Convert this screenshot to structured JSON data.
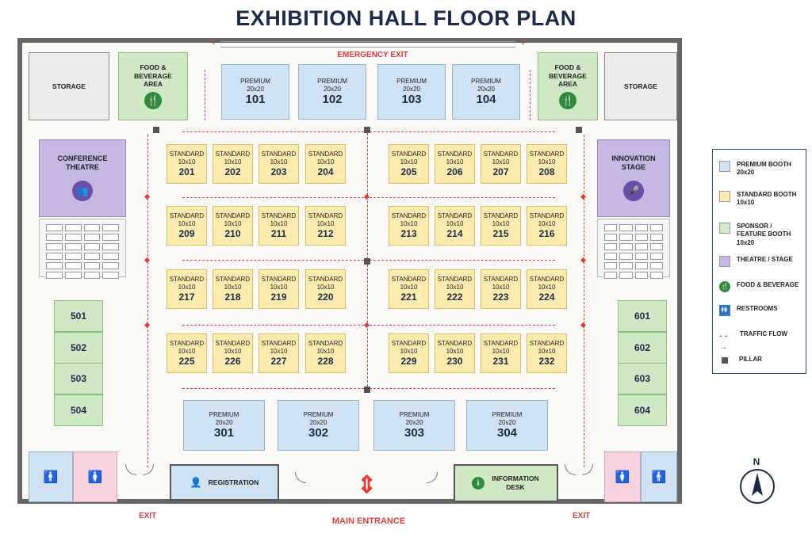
{
  "title": "EXHIBITION HALL FLOOR PLAN",
  "exits": {
    "emergency": "EMERGENCY EXIT",
    "exit_left": "EXIT",
    "exit_right": "EXIT",
    "main_entrance": "MAIN ENTRANCE"
  },
  "rooms": {
    "storage_left": "STORAGE",
    "storage_right": "STORAGE",
    "food_left": "FOOD & BEVERAGE AREA",
    "food_right": "FOOD & BEVERAGE AREA",
    "conference": "CONFERENCE THEATRE",
    "innovation": "INNOVATION STAGE",
    "registration": "REGISTRATION",
    "information": "INFORMATION DESK"
  },
  "premium_type": "PREMIUM",
  "premium_size": "20x20",
  "standard_type": "STANDARD",
  "standard_size": "10x10",
  "premium_top": [
    "101",
    "102",
    "103",
    "104"
  ],
  "premium_bottom": [
    "301",
    "302",
    "303",
    "304"
  ],
  "standard_rows": [
    [
      "201",
      "202",
      "203",
      "204",
      "205",
      "206",
      "207",
      "208"
    ],
    [
      "209",
      "210",
      "211",
      "212",
      "213",
      "214",
      "215",
      "216"
    ],
    [
      "217",
      "218",
      "219",
      "220",
      "221",
      "222",
      "223",
      "224"
    ],
    [
      "225",
      "226",
      "227",
      "228",
      "229",
      "230",
      "231",
      "232"
    ]
  ],
  "sponsor_left": [
    "501",
    "502",
    "503",
    "504"
  ],
  "sponsor_right": [
    "601",
    "602",
    "603",
    "604"
  ],
  "legend": [
    {
      "label": "PREMIUM BOOTH 20x20",
      "color": "#cfe2f1"
    },
    {
      "label": "STANDARD BOOTH 10x10",
      "color": "#fcebae"
    },
    {
      "label": "SPONSOR / FEATURE BOOTH 10x20",
      "color": "#cfe8c6"
    },
    {
      "label": "THEATRE / STAGE",
      "color": "#c7b7e3"
    },
    {
      "label": "FOOD & BEVERAGE",
      "icon": "fork-knife-icon"
    },
    {
      "label": "RESTROOMS",
      "icon": "restroom-icon"
    },
    {
      "label": "TRAFFIC FLOW",
      "icon": "dashed-arrow-icon"
    },
    {
      "label": "PILLAR",
      "icon": "pillar-square-icon"
    }
  ],
  "compass": "N",
  "colors": {
    "accent_red": "#e23b3b",
    "title_navy": "#1c2b4a",
    "restroom_blue": "#2f7fc7",
    "restroom_pink": "#d9407c"
  }
}
